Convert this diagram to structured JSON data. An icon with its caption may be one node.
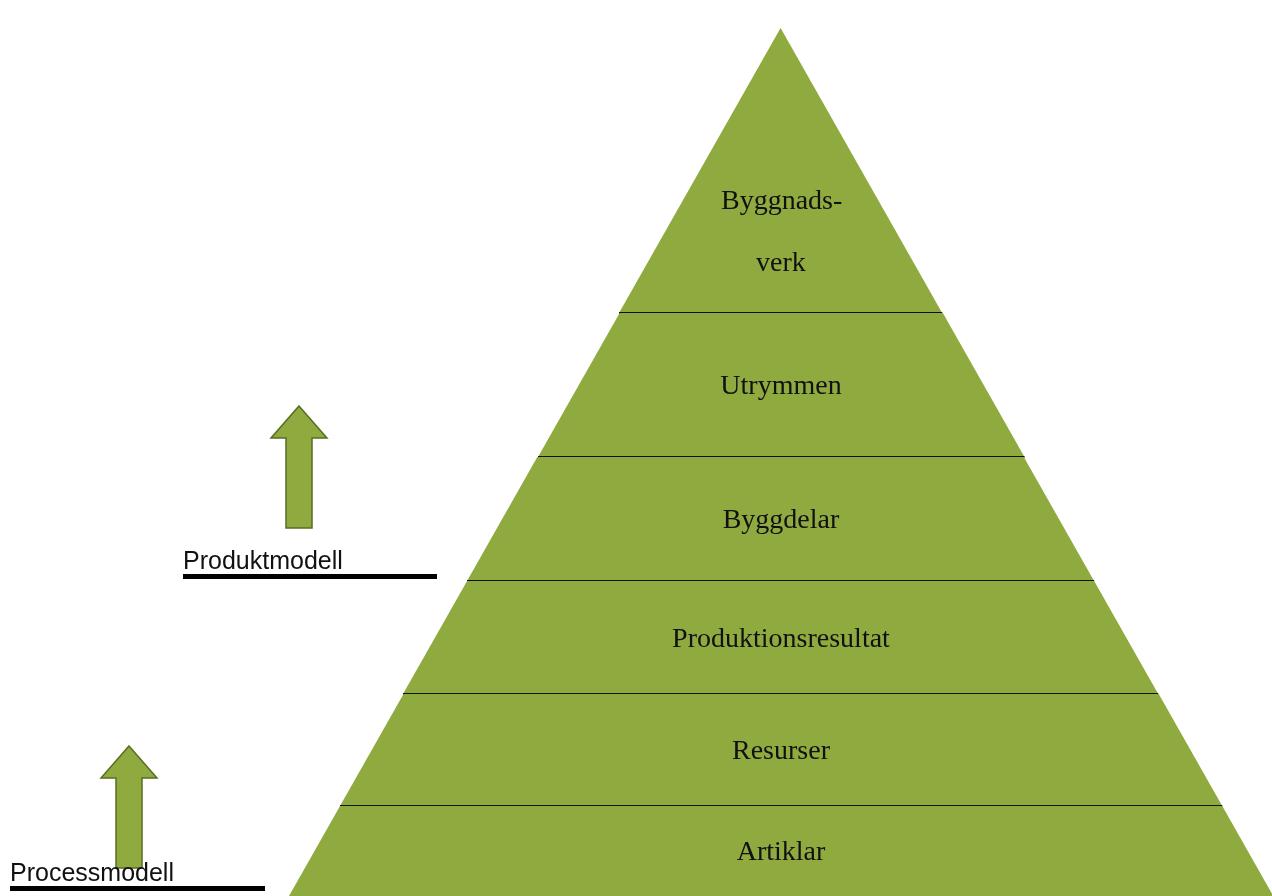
{
  "diagram": {
    "nodes": [
      {
        "text": [
          "Byggnads- verk"
        ]
      },
      {
        "text": [
          "Utrymmen"
        ]
      },
      {
        "text": [
          "Byggdelar"
        ]
      },
      {
        "text": [
          "Produktionsresultat"
        ]
      },
      {
        "text": [
          "Resurser"
        ]
      },
      {
        "text": [
          "Artiklar"
        ]
      }
    ],
    "labels": [
      "Produktmodell",
      "Processmodell"
    ]
  }
}
